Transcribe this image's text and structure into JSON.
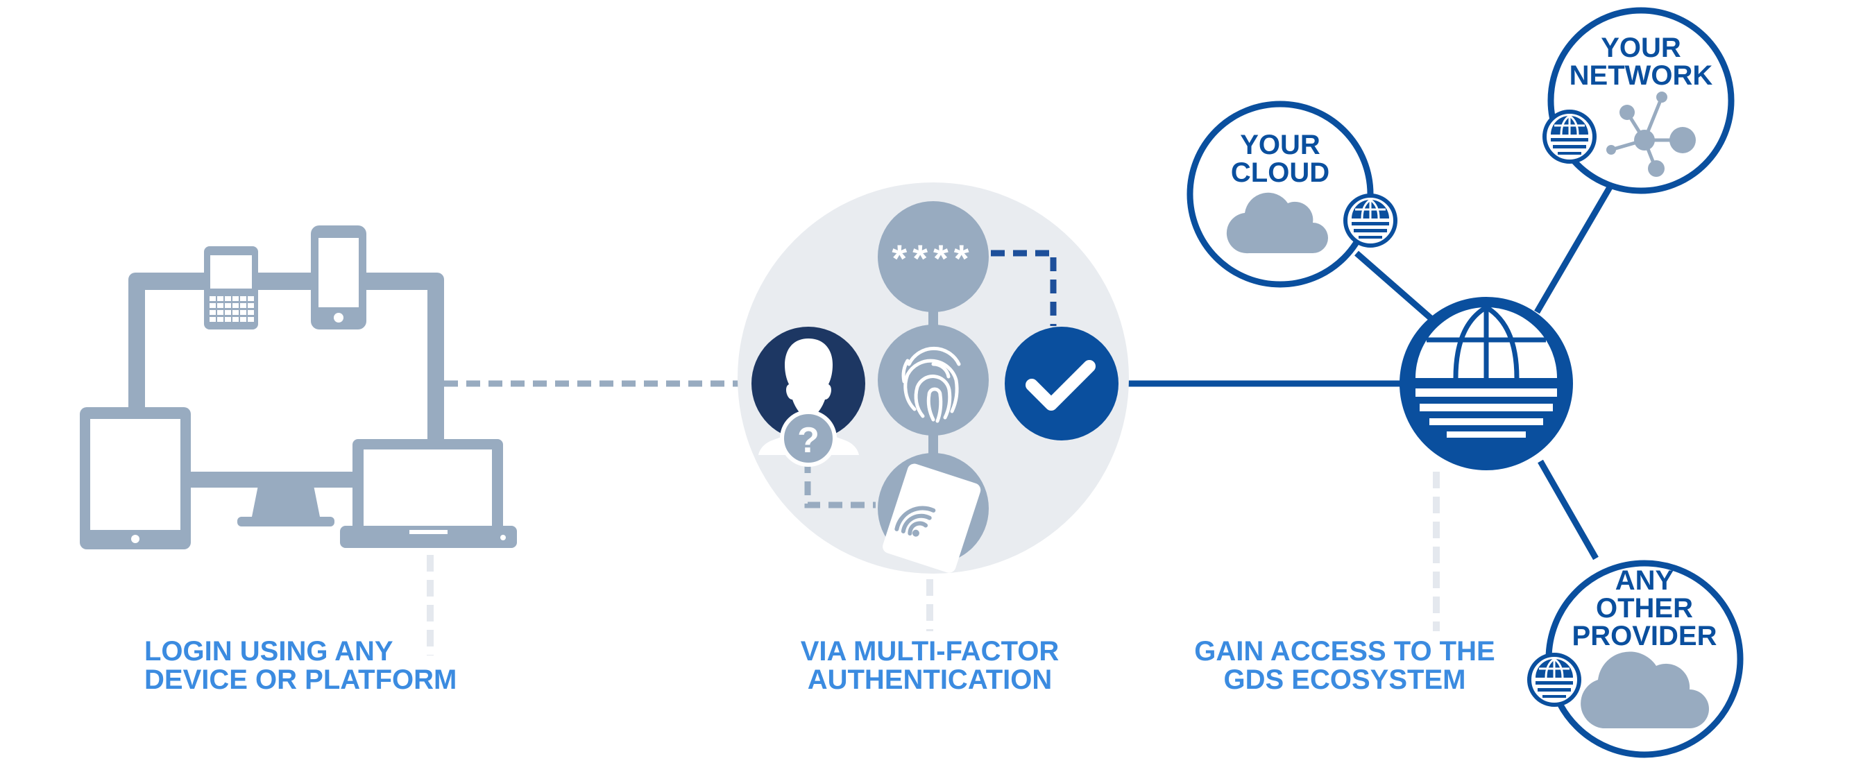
{
  "captions": {
    "login": [
      "LOGIN USING ANY",
      "DEVICE OR PLATFORM"
    ],
    "mfa": [
      "VIA MULTI-FACTOR",
      "AUTHENTICATION"
    ],
    "access": [
      "GAIN ACCESS TO THE",
      "GDS ECOSYSTEM"
    ]
  },
  "factors": {
    "password": "****",
    "unknown_user": "?"
  },
  "nodes": {
    "cloud": [
      "YOUR",
      "CLOUD"
    ],
    "network": [
      "YOUR",
      "NETWORK"
    ],
    "provider": [
      "ANY",
      "OTHER",
      "PROVIDER"
    ]
  },
  "colors": {
    "device_gray": "#98abc0",
    "dashed_line": "#98abc0",
    "light_dashed": "#e4e8ee",
    "circle_bg": "#e9ecf0",
    "dark_navy": "#1d3763",
    "primary_blue": "#0a4f9e",
    "accent_blue": "#3b8be0",
    "white": "#ffffff"
  }
}
